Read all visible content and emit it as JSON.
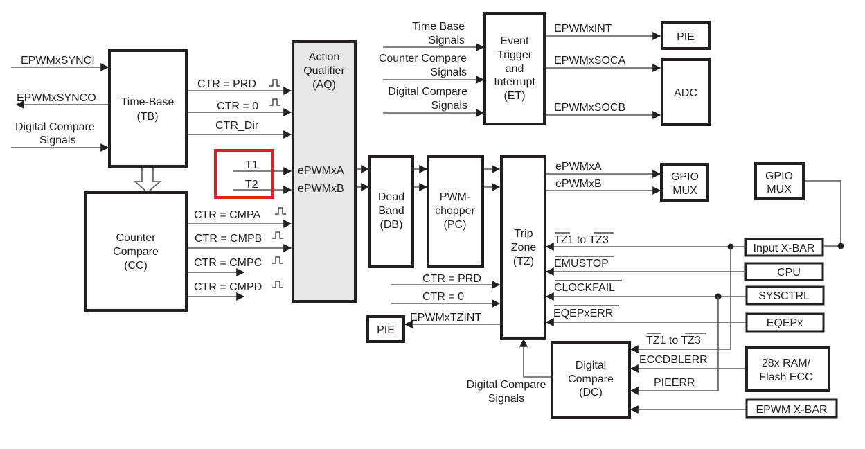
{
  "diagram": {
    "title": "ePWM Submodules and Signal Connections",
    "highlight_color": "#e31e24",
    "blocks": {
      "tb": {
        "lines": [
          "Time-Base",
          "(TB)"
        ]
      },
      "cc": {
        "lines": [
          "Counter",
          "Compare",
          "(CC)"
        ]
      },
      "aq": {
        "lines": [
          "Action",
          "Qualifier",
          "(AQ)"
        ],
        "out_a": "ePWMxA",
        "out_b": "ePWMxB"
      },
      "et": {
        "lines": [
          "Event",
          "Trigger",
          "and",
          "Interrupt",
          "(ET)"
        ]
      },
      "pie_top": {
        "lines": [
          "PIE"
        ]
      },
      "adc": {
        "lines": [
          "ADC"
        ]
      },
      "db": {
        "lines": [
          "Dead",
          "Band",
          "(DB)"
        ]
      },
      "pc": {
        "lines": [
          "PWM-",
          "chopper",
          "(PC)"
        ]
      },
      "tz": {
        "lines": [
          "Trip",
          "Zone",
          "(TZ)"
        ]
      },
      "gpio_mux_out": {
        "lines": [
          "GPIO",
          "MUX"
        ]
      },
      "gpio_mux_in": {
        "lines": [
          "GPIO",
          "MUX"
        ]
      },
      "input_xbar": {
        "lines": [
          "Input X-BAR"
        ]
      },
      "cpu": {
        "lines": [
          "CPU"
        ]
      },
      "sysctrl": {
        "lines": [
          "SYSCTRL"
        ]
      },
      "eqepx": {
        "lines": [
          "EQEPx"
        ]
      },
      "pie_bottom": {
        "lines": [
          "PIE"
        ]
      },
      "dc": {
        "lines": [
          "Digital",
          "Compare",
          "(DC)"
        ]
      },
      "ram_ecc": {
        "lines": [
          "28x RAM/",
          "Flash ECC"
        ]
      },
      "epwm_xbar": {
        "lines": [
          "EPWM X-BAR"
        ]
      }
    },
    "signals": {
      "syncin": "EPWMxSYNCI",
      "syncout": "EPWMxSYNCO",
      "tb_dc_signals": [
        "Digital Compare",
        "Signals"
      ],
      "ctr_prd": "CTR = PRD",
      "ctr_zero": "CTR = 0",
      "ctr_dir": "CTR_Dir",
      "t1": "T1",
      "t2": "T2",
      "ctr_cmpa": "CTR = CMPA",
      "ctr_cmpb": "CTR = CMPB",
      "ctr_cmpc": "CTR = CMPC",
      "ctr_cmpd": "CTR = CMPD",
      "et_tb_signals": [
        "Time Base",
        "Signals"
      ],
      "et_cc_signals": [
        "Counter Compare",
        "Signals"
      ],
      "et_dc_signals": [
        "Digital Compare",
        "Signals"
      ],
      "epwm_int": "EPWMxINT",
      "epwm_soca": "EPWMxSOCA",
      "epwm_socb": "EPWMxSOCB",
      "tz_out_a": "ePWMxA",
      "tz_out_b": "ePWMxB",
      "tz_ctr_prd": "CTR = PRD",
      "tz_ctr_zero": "CTR = 0",
      "tzint": "EPWMxTZINT",
      "tz1_tz3": {
        "a": "TZ1",
        "to": " to ",
        "b": "TZ3"
      },
      "emustop": "EMUSTOP",
      "clockfail": "CLOCKFAIL",
      "eqepxerr": "EQEPxERR",
      "dc_tz1_tz3": {
        "a": "TZ1",
        "to": " to ",
        "b": "TZ3"
      },
      "eccdblerr": "ECCDBLERR",
      "pieerr": "PIEERR",
      "dc_out_signals": [
        "Digital Compare",
        "Signals"
      ]
    }
  }
}
